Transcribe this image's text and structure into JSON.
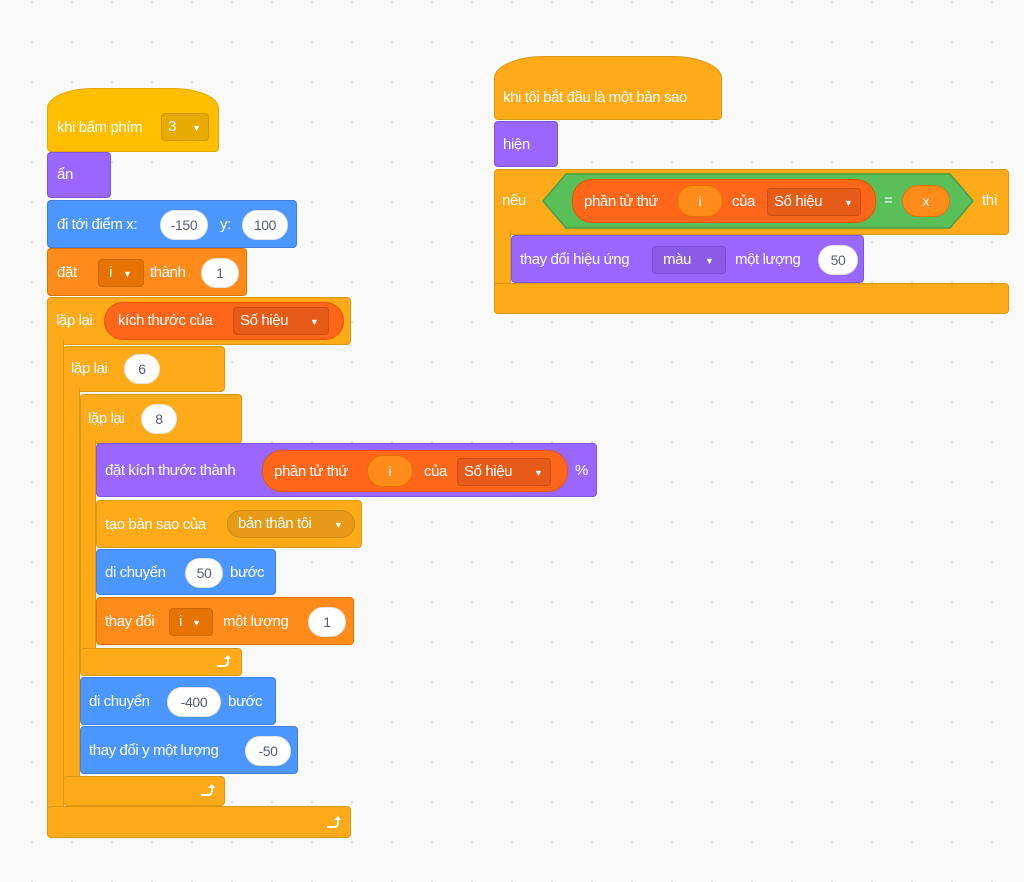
{
  "script1": {
    "when_key_prefix": "khi bấm phím",
    "when_key_value": "3",
    "hide": "ẩn",
    "goto_prefix": "đi tới điểm x:",
    "goto_x": "-150",
    "goto_y_label": "y:",
    "goto_y": "100",
    "set_prefix": "đặt",
    "set_var": "i",
    "set_to": "thành",
    "set_value": "1",
    "repeat_outer_label": "lặp lại",
    "length_of_label": "kích thước của",
    "list_name": "Số hiệu",
    "repeat_mid_label": "lặp lại",
    "repeat_mid_count": "6",
    "repeat_inner_label": "lặp lại",
    "repeat_inner_count": "8",
    "set_size_label": "đặt kích thước thành",
    "item_label": "phần tử thứ",
    "item_index": "i",
    "item_of": "của",
    "item_list": "Số hiệu",
    "percent": "%",
    "clone_label": "tạo bản sao của",
    "clone_target": "bản thân tôi",
    "move_label": "di chuyển",
    "move_steps": "50",
    "steps_label": "bước",
    "change_label": "thay đổi",
    "change_var": "i",
    "change_by": "một lượng",
    "change_value": "1",
    "move2_label": "di chuyển",
    "move2_steps": "-400",
    "steps2_label": "bước",
    "change_y_label": "thay đổi y một lượng",
    "change_y_value": "-50"
  },
  "script2": {
    "hat_label": "khi tôi bắt đầu là một bản sao",
    "show": "hiện",
    "if_label": "nếu",
    "item_label": "phần tử thứ",
    "item_index": "i",
    "item_of": "của",
    "item_list": "Số hiệu",
    "equals": "=",
    "compare_var": "x",
    "then_label": "thì",
    "effect_label": "thay đổi hiệu ứng",
    "effect_type": "màu",
    "effect_by": "một lượng",
    "effect_value": "50"
  },
  "icons": {
    "loop_arrow": "loop-arrow-icon",
    "dropdown": "dropdown-caret-icon"
  },
  "colors": {
    "events": "#ffbf00",
    "control": "#ffab19",
    "looks": "#9966ff",
    "motion": "#4c97ff",
    "variables": "#ff8c1a",
    "lists": "#ff661a",
    "operators": "#59c059"
  }
}
